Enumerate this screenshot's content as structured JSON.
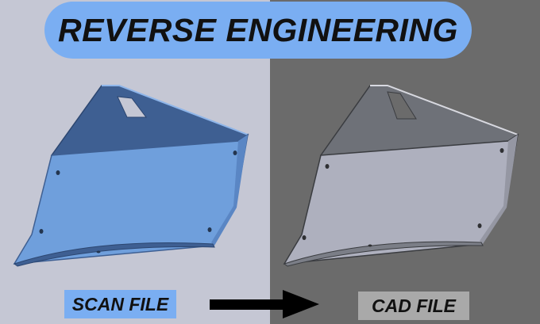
{
  "title": "REVERSE ENGINEERING",
  "labels": {
    "scan": "SCAN FILE",
    "cad": "CAD FILE"
  },
  "colors": {
    "left_background": "#c5c7d4",
    "right_background": "#6b6b6b",
    "title_pill": "#7aaef2",
    "scan_part_face": "#6f9fdc",
    "scan_part_dark": "#3e5f92",
    "cad_part_face": "#aeb0be",
    "cad_part_dark": "#6e7178"
  },
  "icons": {
    "arrow": "arrow-right-icon"
  }
}
